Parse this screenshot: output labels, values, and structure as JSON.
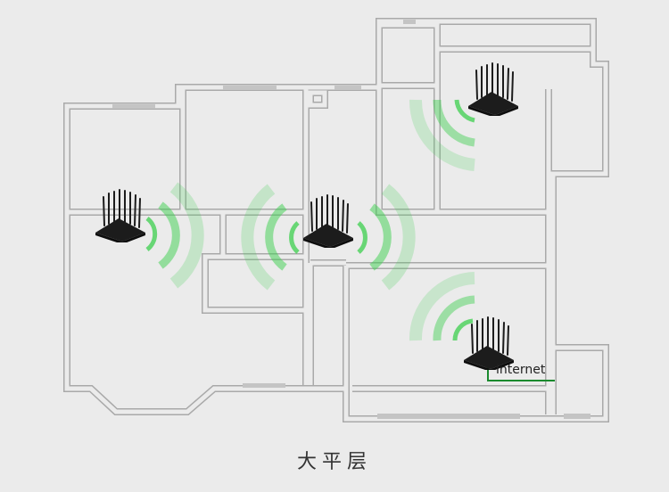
{
  "diagram": {
    "caption": "大平层",
    "internet_label": "internet",
    "router_count": 4
  },
  "colors": {
    "background": "#ebebeb",
    "wall": "#a9a9a9",
    "window": "#c4c4c4",
    "wifi": "#3ccf4e",
    "cable": "#1a8a2e",
    "router": "#1c1c1c"
  }
}
